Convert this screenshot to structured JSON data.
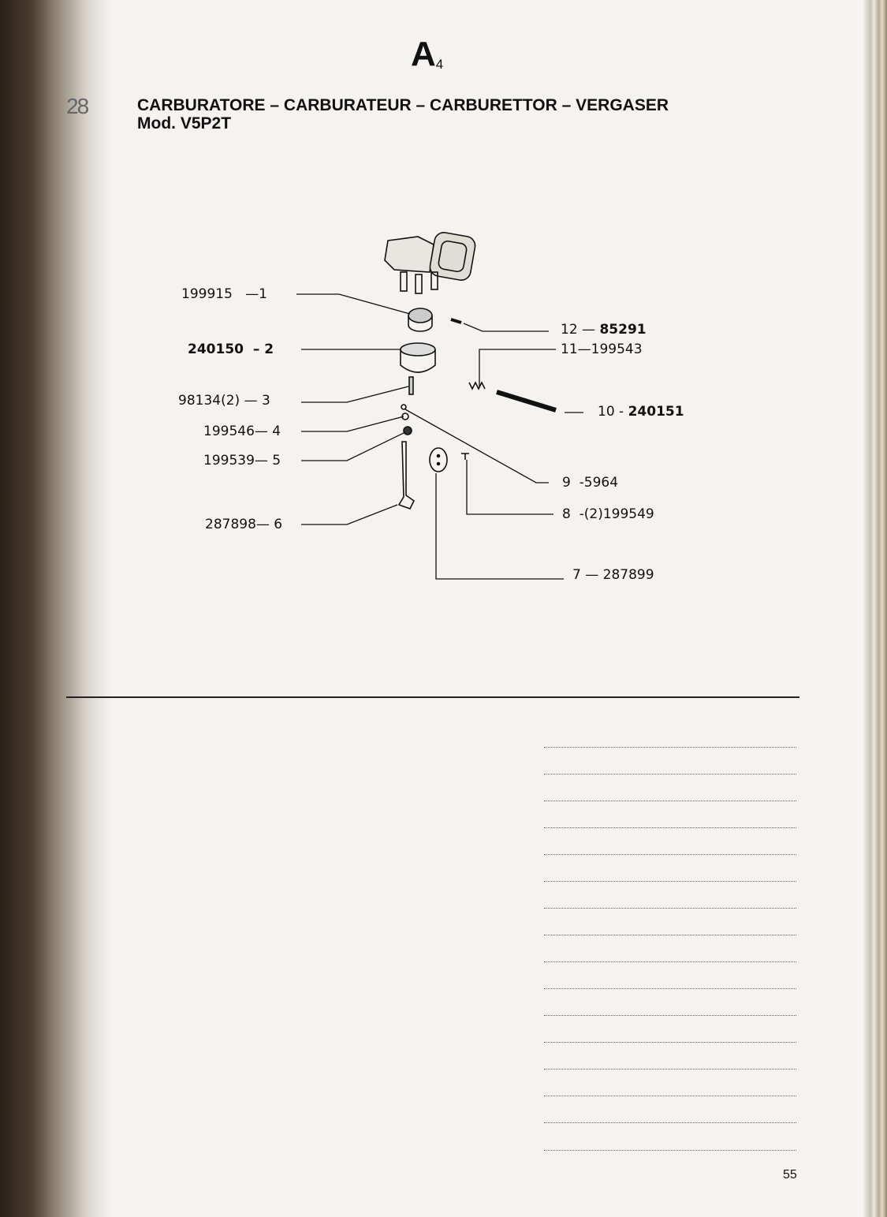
{
  "page_marker": {
    "letter": "A",
    "subscript": "4"
  },
  "figure_number": "28",
  "title": "CARBURATORE – CARBURATEUR – CARBURETTOR – VERGASER",
  "model": "Mod. V5P2T",
  "callouts_left": [
    {
      "part": "199915",
      "ref": "—1"
    },
    {
      "part": "240150",
      "ref": "– 2"
    },
    {
      "part": "98134(2)",
      "ref": "— 3"
    },
    {
      "part": "199546",
      "ref": "— 4"
    },
    {
      "part": "199539",
      "ref": "— 5"
    },
    {
      "part": "287898",
      "ref": "— 6"
    }
  ],
  "callouts_right": [
    {
      "ref": "12 —",
      "part": "85291"
    },
    {
      "ref": "11—",
      "part": "199543"
    },
    {
      "ref": "10 -",
      "part": "240151"
    },
    {
      "ref": "9",
      "part": "-5964"
    },
    {
      "ref": "8",
      "part": "-(2)199549"
    },
    {
      "ref": "7 —",
      "part": "287899"
    }
  ],
  "page_number": "55"
}
